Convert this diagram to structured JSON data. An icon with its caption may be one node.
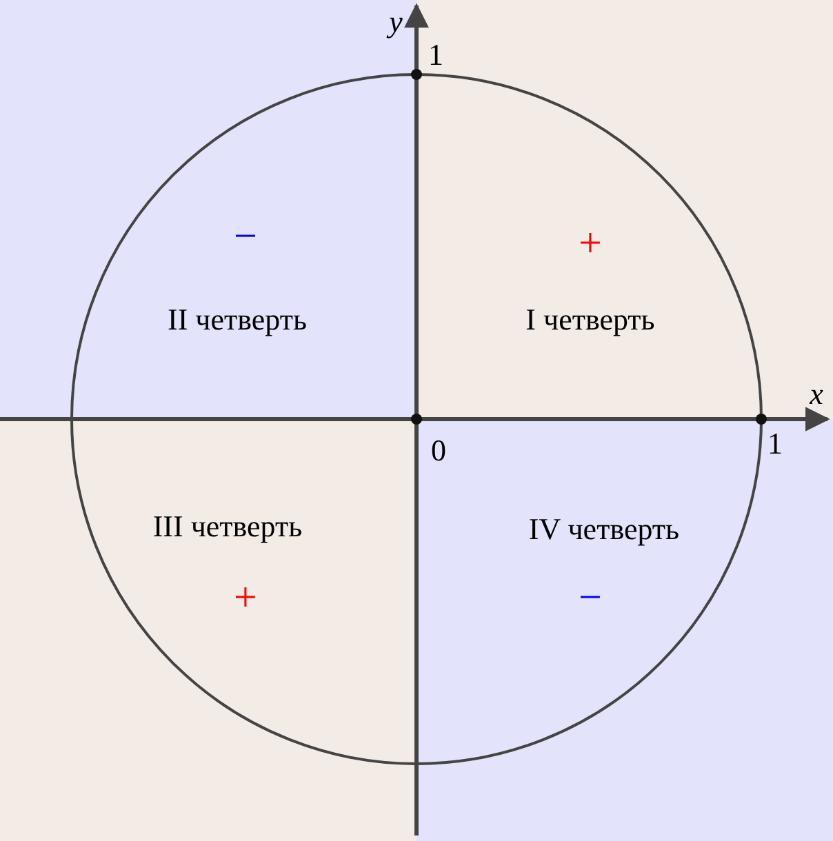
{
  "diagram": {
    "labels": [
      "y",
      "1",
      "−",
      "+",
      "II четверть",
      "I четверть",
      "x",
      "0",
      "1",
      "III четверть",
      "IV четверть",
      "+",
      "−"
    ]
  }
}
